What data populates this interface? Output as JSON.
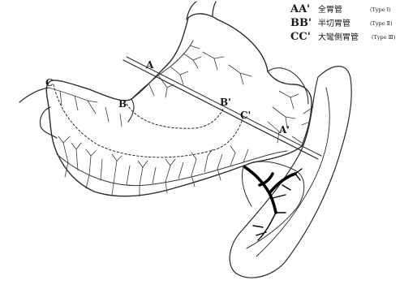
{
  "legend": [
    {
      "key": "AA'",
      "name": "全胃管",
      "type": "(Type  Ⅰ)"
    },
    {
      "key": "BB'",
      "name": "半切胃管",
      "type": "(Type  Ⅱ)"
    },
    {
      "key": "CC'",
      "name": "大彎側胃管",
      "type": "(Type  Ⅲ)"
    }
  ],
  "point_labels": {
    "a": "A",
    "a_prime": "A'",
    "b": "B",
    "b_prime": "B'",
    "c": "C",
    "c_prime": "C'"
  },
  "colors": {
    "line": "#2a2a2a",
    "vessel": "#3a3a3a",
    "pancreas_vessel": "#000000",
    "background": "#ffffff"
  }
}
